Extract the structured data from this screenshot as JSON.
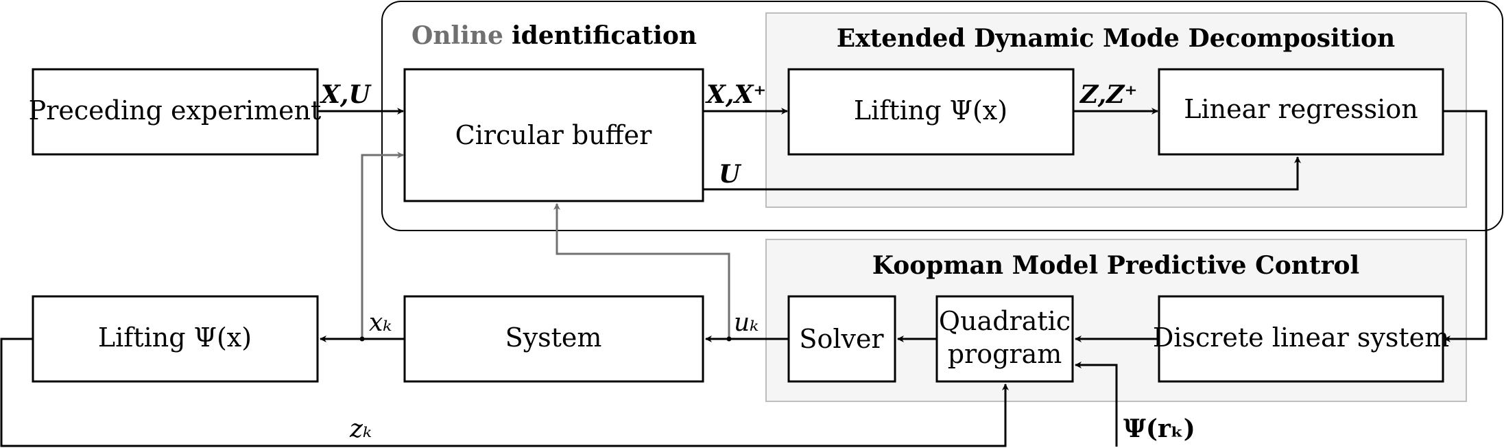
{
  "groups": {
    "online_title_1": "Online",
    "online_title_2": "identification",
    "edmd_title": "Extended Dynamic Mode Decomposition",
    "kmpc_title": "Koopman Model Predictive Control"
  },
  "blocks": {
    "preceding": "Preceding experiment",
    "buffer": "Circular buffer",
    "lifting_top": "Lifting Ψ(x)",
    "regression": "Linear regression",
    "lifting_bottom": "Lifting Ψ(x)",
    "system": "System",
    "solver": "Solver",
    "qp_line1": "Quadratic",
    "qp_line2": "program",
    "discrete": "Discrete linear system"
  },
  "signals": {
    "xu": "X,U",
    "xx": "X,X⁺",
    "zz": "Z,Z⁺",
    "u": "U",
    "xk": "xₖ",
    "uk": "uₖ",
    "zk": "zₖ",
    "psi_r": "Ψ(rₖ)"
  }
}
